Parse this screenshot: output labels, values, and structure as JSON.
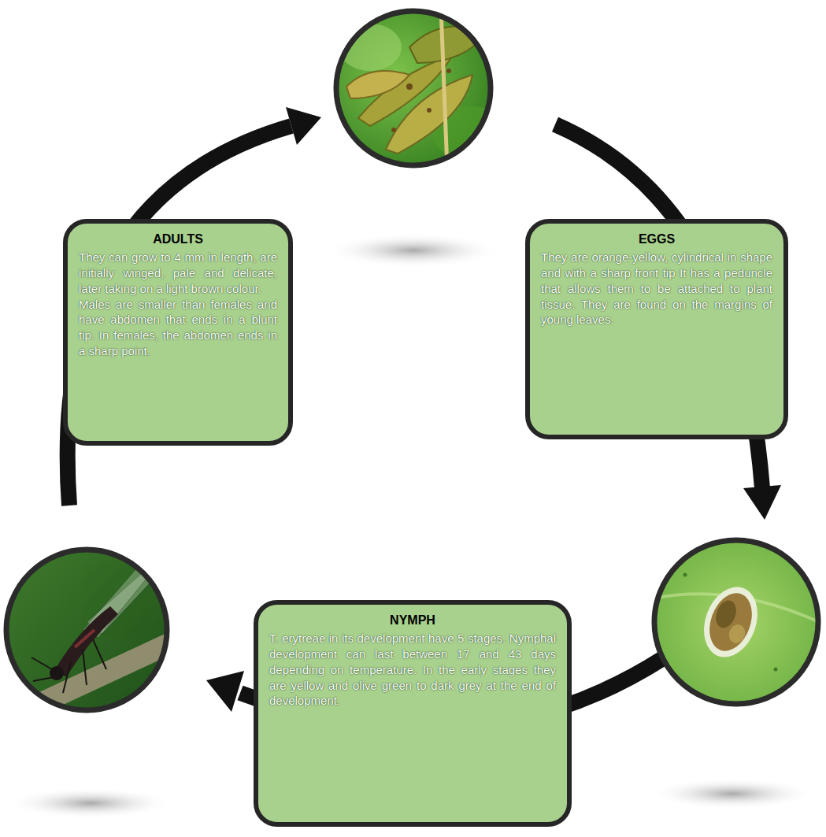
{
  "diagram": {
    "nodes": [
      {
        "text": [
          "ADULTS",
          "They can grow to 4 mm in length, are initially winged, pale and delicate, later taking on a light brown colour.",
          "Males are smaller than females and have abdomen that ends in a blunt tip. In females, the abdomen ends in a sharp point."
        ]
      },
      {
        "text": [
          "EGGS",
          "They are orange-yellow, cylindrical in shape and with a sharp front tip It has a peduncle that allows them to be attached to plant tissue. They are found on the margins of young leaves."
        ]
      },
      {
        "text": [
          "NYMPH",
          "T. erytreae in its development have 5 stages. Nymphal development can last between 17 and 43 days depending on temperature. In the early stages they are yellow and olive green to dark grey at the end of development."
        ]
      }
    ]
  }
}
